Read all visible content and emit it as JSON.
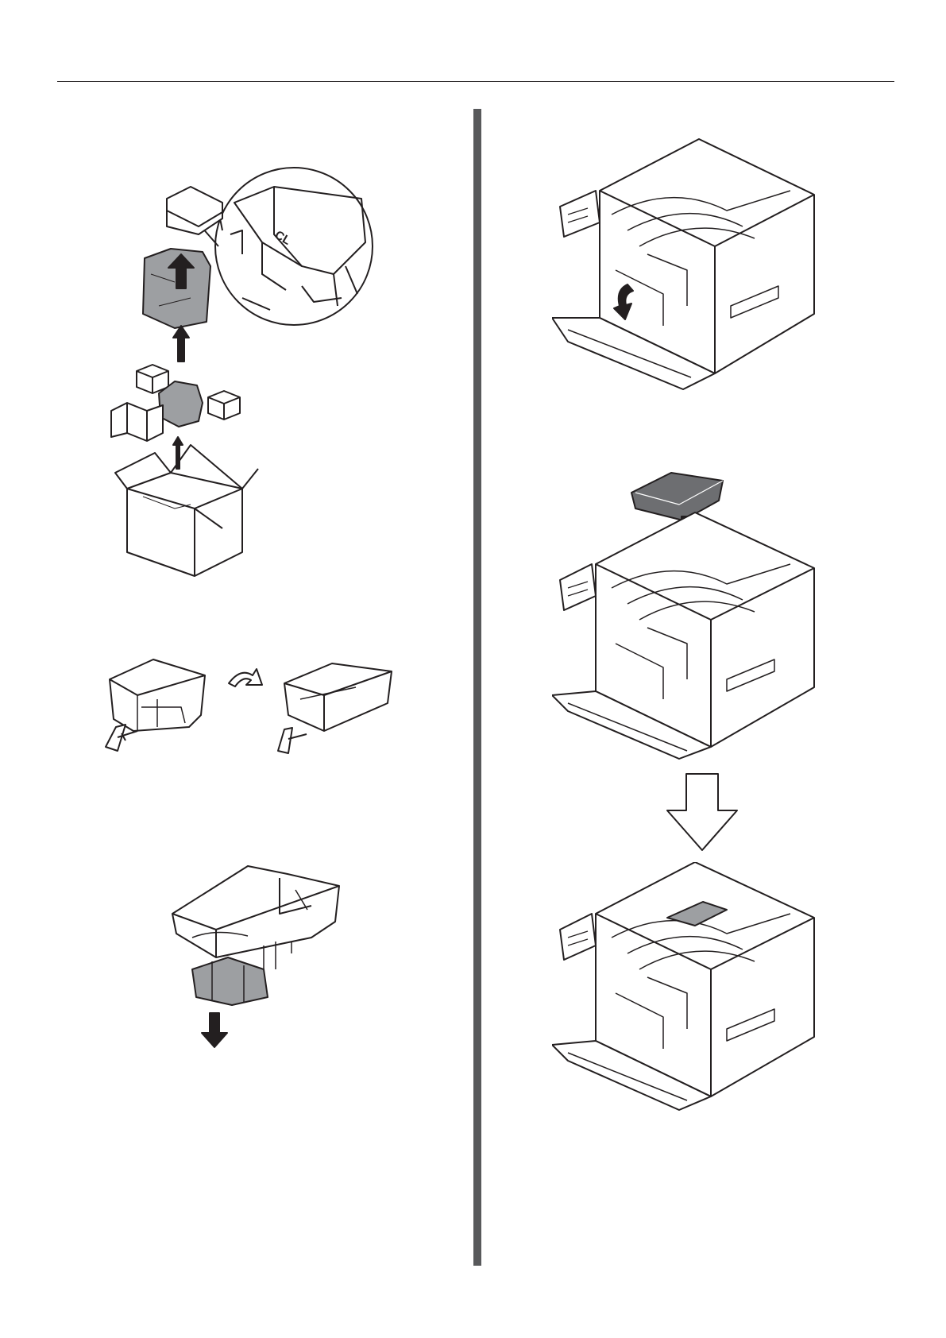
{
  "page": {
    "header_rule": "top-rule",
    "column_divider": "center-divider"
  },
  "figures": {
    "unpack_box": {
      "callout_label": "CL",
      "icons": [
        "box-icon",
        "up-arrow-icon",
        "cartridge-icon",
        "bag-icon",
        "magnifier-callout-icon"
      ]
    },
    "remove_tape": {
      "icons": [
        "cartridge-icon",
        "rotate-arrow-icon",
        "tape-strip-icon"
      ]
    },
    "remove_cover": {
      "icons": [
        "cartridge-icon",
        "down-arrow-icon",
        "protective-cover-icon"
      ]
    },
    "open_front_cover": {
      "icons": [
        "printer-icon",
        "curved-arrow-icon"
      ]
    },
    "insert_cartridge": {
      "icons": [
        "printer-icon",
        "cartridge-icon",
        "down-arrow-icon"
      ]
    },
    "transition": {
      "icons": [
        "hollow-down-arrow-icon"
      ]
    },
    "cartridge_installed": {
      "icons": [
        "printer-icon"
      ]
    }
  },
  "colors": {
    "line": "#231f20",
    "divider": "#58595b",
    "fill_gray": "#9d9fa2",
    "fill_dark": "#6d6e71"
  }
}
